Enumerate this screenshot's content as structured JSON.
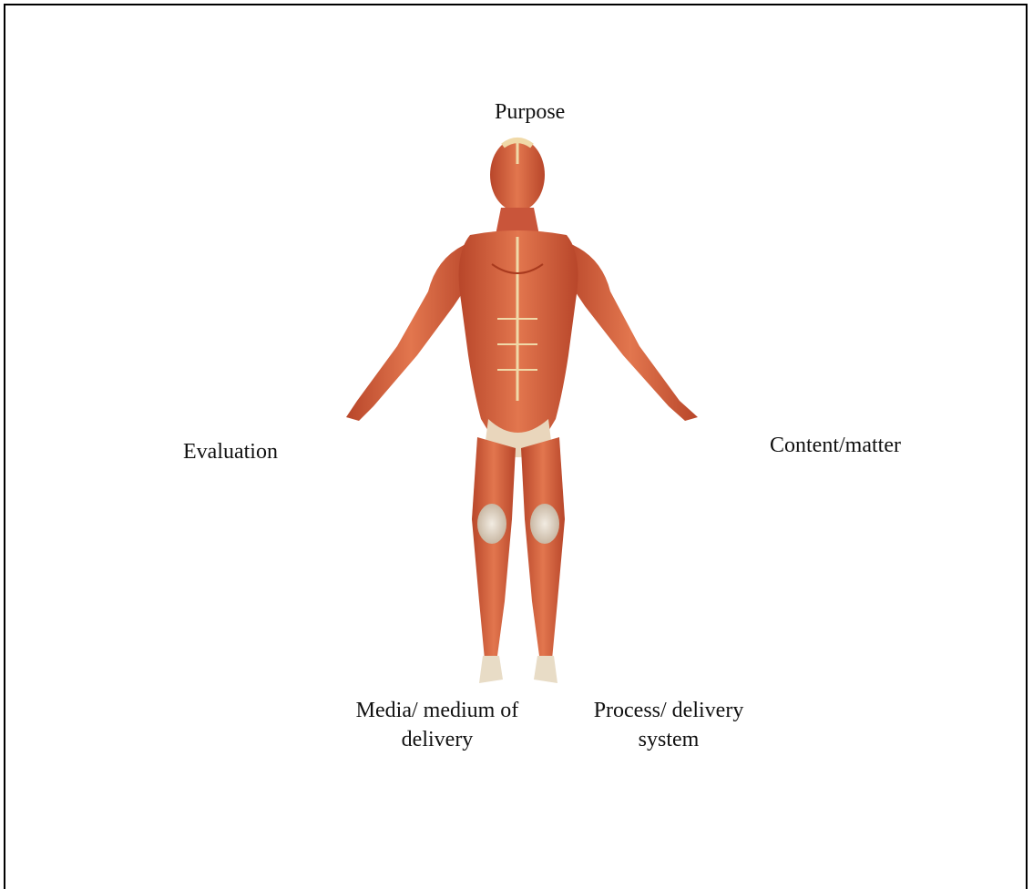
{
  "labels": {
    "purpose": "Purpose",
    "evaluation": "Evaluation",
    "content": "Content/matter",
    "media_line1": "Media/ medium of",
    "media_line2": "delivery",
    "process_line1": "Process/ delivery",
    "process_line2": "system"
  },
  "colors": {
    "muscle": "#d9623c",
    "muscle_dark": "#a83a1e",
    "tendon": "#efe0c4",
    "border": "#000000"
  }
}
